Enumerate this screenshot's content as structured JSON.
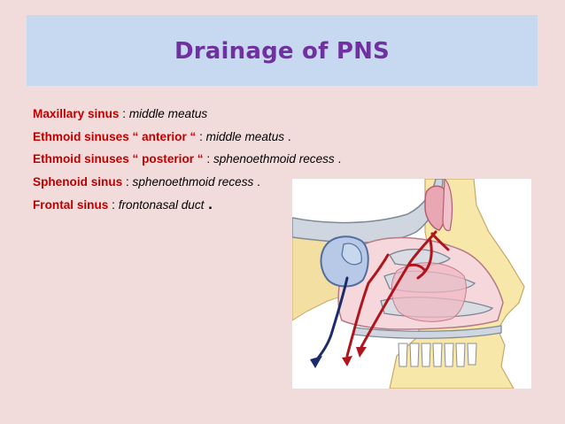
{
  "slide": {
    "title": "Drainage of PNS",
    "items": [
      {
        "term": "Maxillary sinus",
        "sep": " : ",
        "desc": "middle meatus",
        "trail": ""
      },
      {
        "term": "Ethmoid sinuses “ anterior “",
        "sep": " : ",
        "desc": "middle meatus",
        "trail": " ."
      },
      {
        "term": "Ethmoid sinuses “ posterior “",
        "sep": " : ",
        "desc": "sphenoethmoid recess",
        "trail": " ."
      },
      {
        "term": "Sphenoid sinus",
        "sep": " : ",
        "desc": "sphenoethmoid recess",
        "trail": " ."
      },
      {
        "term": "Frontal sinus",
        "sep": " : ",
        "desc": "frontonasal duct",
        "trail": " ."
      }
    ]
  },
  "colors": {
    "background": "#f2dcdb",
    "title_bar": "#c6d9f1",
    "title_text": "#7030a0",
    "term_text": "#c00000"
  }
}
